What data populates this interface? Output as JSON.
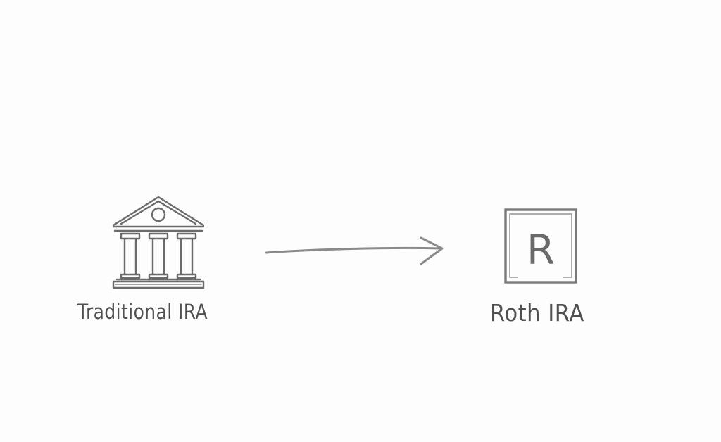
{
  "diagram": {
    "nodes": [
      {
        "id": "traditional",
        "label": "Traditional IRA",
        "icon": "bank-building-icon"
      },
      {
        "id": "roth",
        "label": "Roth IRA",
        "icon": "roth-r-box-icon",
        "icon_letter": "R"
      }
    ],
    "edges": [
      {
        "from": "traditional",
        "to": "roth",
        "style": "arrow"
      }
    ],
    "colors": {
      "background": "#fdfdfd",
      "stroke": "#6e6e6e",
      "text": "#505050"
    }
  }
}
